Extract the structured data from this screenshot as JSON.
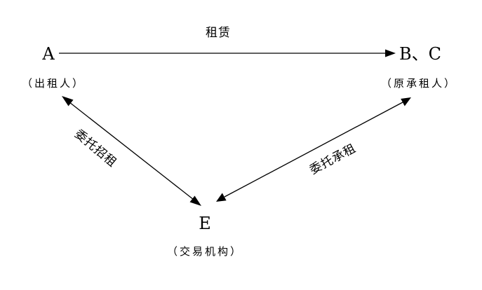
{
  "nodes": {
    "a": {
      "letter": "A",
      "role": "（出租人）"
    },
    "bc": {
      "letter": "B、C",
      "role": "（原承租人）"
    },
    "e": {
      "letter": "E",
      "role": "（交易机构）"
    }
  },
  "edges": {
    "a_to_bc": {
      "label": "租赁"
    },
    "a_e": {
      "label": "委托招租"
    },
    "bc_e": {
      "label": "委托承租"
    }
  },
  "colors": {
    "ink": "#000000",
    "background": "#ffffff"
  }
}
